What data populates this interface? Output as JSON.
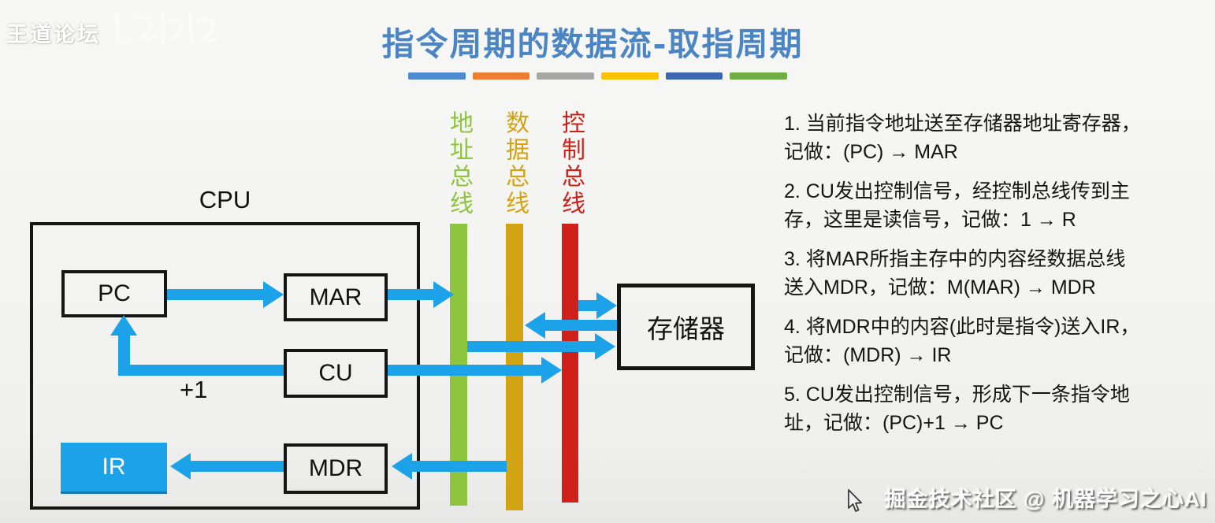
{
  "colors": {
    "title": "#4b85c4",
    "arrow": "#1ba2e8",
    "bus-address": "#8fc43e",
    "bus-data": "#d2a414",
    "bus-control": "#d0201a",
    "bar-1": "#4e8ad0",
    "bar-2": "#ed7d31",
    "bar-3": "#a6a6a6",
    "bar-4": "#fec000",
    "bar-5": "#3b66b0",
    "bar-6": "#6fad47",
    "box-border": "#151515",
    "note-text": "#151515"
  },
  "watermark_top_left": {
    "brand": "王道论坛"
  },
  "title": {
    "text": "指令周期的数据流-取指周期"
  },
  "diagram": {
    "cpu_label": "CPU",
    "registers": {
      "pc": "PC",
      "mar": "MAR",
      "cu": "CU",
      "ir": "IR",
      "mdr": "MDR"
    },
    "memory_label": "存储器",
    "increment_label": "+1",
    "buses": [
      {
        "label": "地址总线"
      },
      {
        "label": "数据总线"
      },
      {
        "label": "控制总线"
      }
    ]
  },
  "notes": {
    "items": [
      {
        "lines": [
          "1. 当前指令地址送至存储器地址寄存器，",
          "记做：(PC) → MAR"
        ]
      },
      {
        "lines": [
          "2. CU发出控制信号，经控制总线传到主",
          "存，这里是读信号，记做：1 → R"
        ]
      },
      {
        "lines": [
          "3. 将MAR所指主存中的内容经数据总线",
          "送入MDR，记做：M(MAR) → MDR"
        ]
      },
      {
        "lines": [
          "4. 将MDR中的内容(此时是指令)送入IR，",
          "记做：(MDR) → IR"
        ]
      },
      {
        "lines": [
          "5. CU发出控制信号，形成下一条指令地",
          "址，记做：(PC)+1 → PC"
        ]
      }
    ]
  },
  "watermark_bottom_right": {
    "text": "掘金技术社区 @ 机器学习之心AI"
  }
}
